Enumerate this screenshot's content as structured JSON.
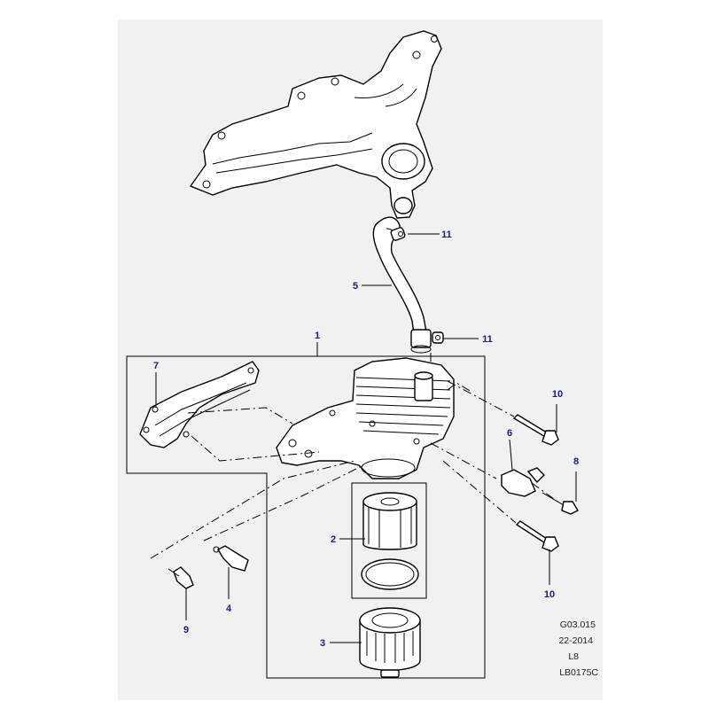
{
  "callouts": {
    "c1": "1",
    "c2": "2",
    "c3": "3",
    "c4": "4",
    "c5": "5",
    "c6": "6",
    "c7": "7",
    "c8": "8",
    "c9": "9",
    "c10a": "10",
    "c10b": "10",
    "c11a": "11",
    "c11b": "11"
  },
  "reference": {
    "group": "G03.015",
    "date": "22-2014",
    "model": "L8",
    "drawing": "LB0175C"
  },
  "colors": {
    "panel_background": "#f1f1f1",
    "callout_text": "#1a1a8a",
    "line": "#000000"
  }
}
